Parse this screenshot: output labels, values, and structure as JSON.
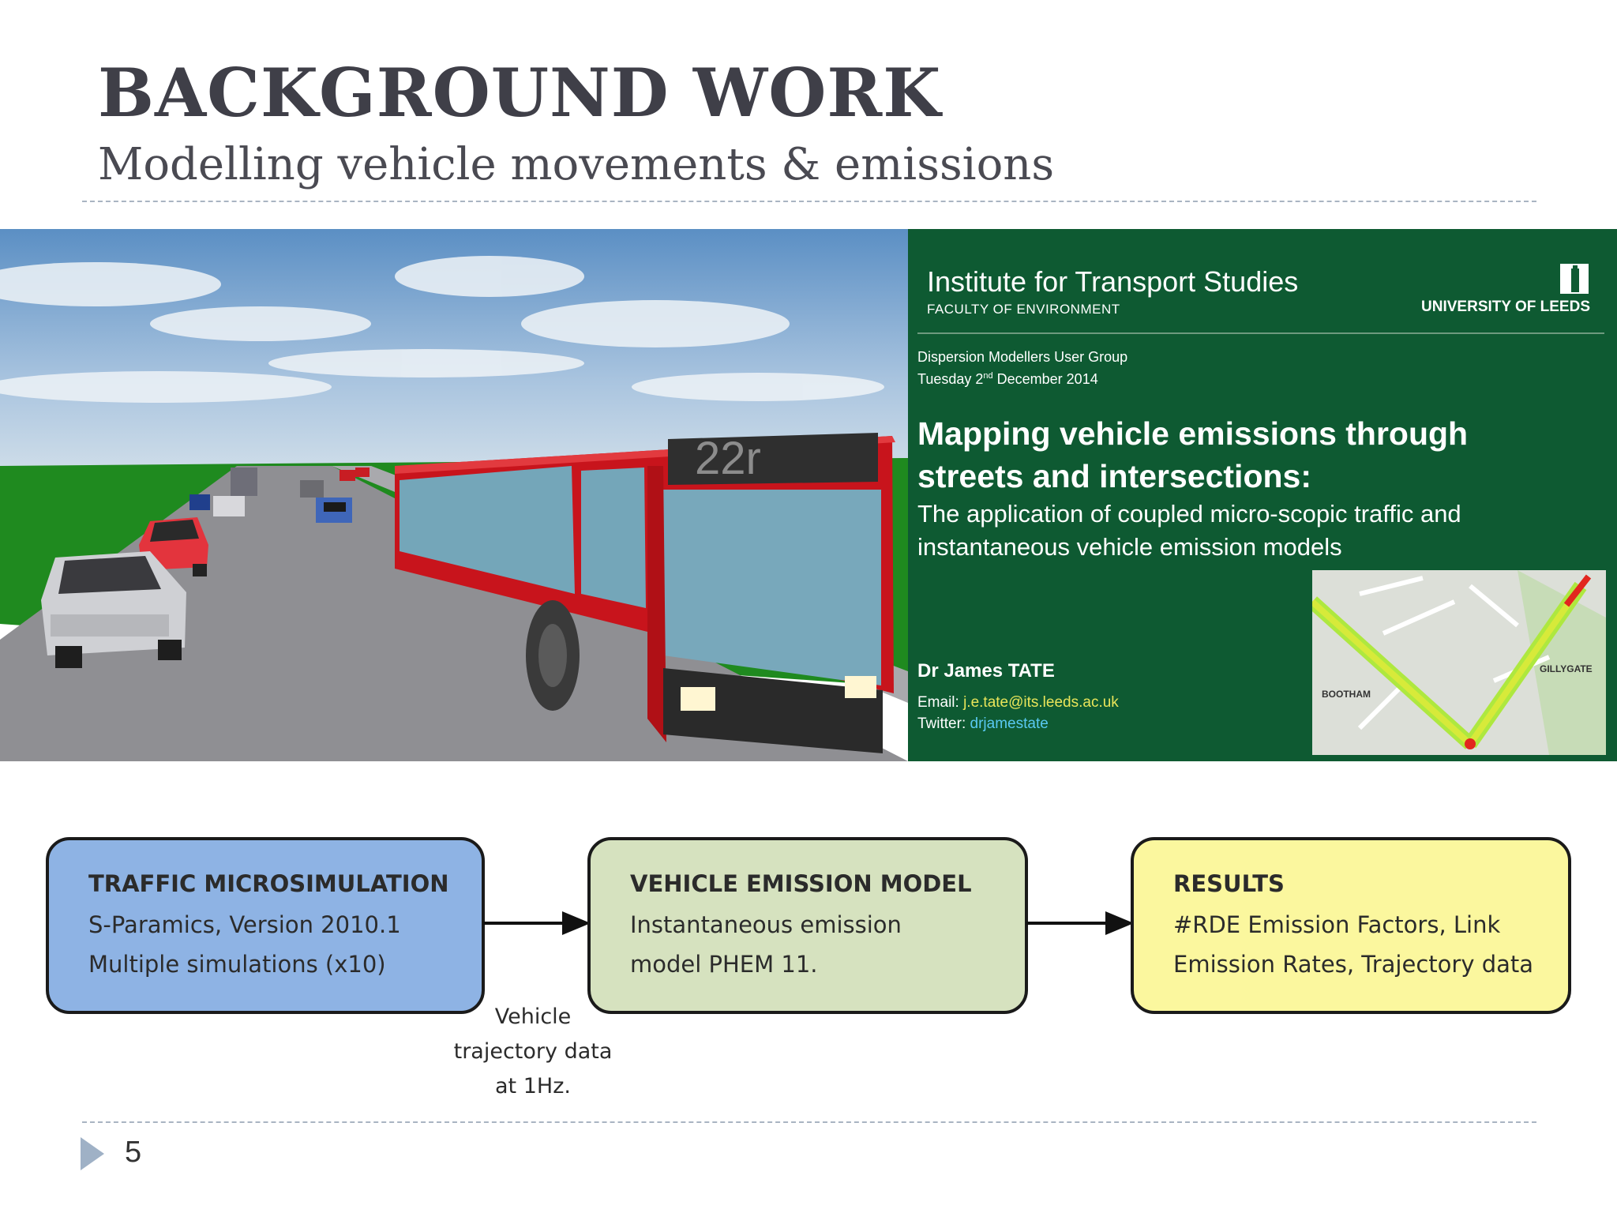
{
  "slide": {
    "title": "BACKGROUND WORK",
    "subtitle": "Modelling vehicle movements & emissions",
    "page_number": "5"
  },
  "scene": {
    "bus_route": "22r"
  },
  "inset_slide": {
    "institute": "Institute for Transport Studies",
    "faculty": "FACULTY OF ENVIRONMENT",
    "university": "UNIVERSITY OF LEEDS",
    "event_line1": "Dispersion Modellers User Group",
    "event_line2_prefix": "Tuesday 2",
    "event_line2_sup": "nd",
    "event_line2_suffix": " December 2014",
    "heading_line1": "Mapping vehicle emissions through",
    "heading_line2": "streets and intersections:",
    "subheading_line1": "The application of coupled micro-scopic traffic and",
    "subheading_line2": "instantaneous vehicle emission models",
    "author": "Dr James TATE",
    "email_label": "Email: ",
    "email": "j.e.tate@its.leeds.ac.uk",
    "twitter_label": "Twitter: ",
    "twitter": "drjamestate",
    "map_label_left": "BOOTHAM",
    "map_label_right": "GILLYGATE"
  },
  "flow": {
    "box1": {
      "title": "TRAFFIC MICROSIMULATION",
      "line1": "S-Paramics, Version 2010.1",
      "line2": "Multiple simulations (x10)"
    },
    "box2": {
      "title": "VEHICLE EMISSION MODEL",
      "line1": "Instantaneous emission",
      "line2": "model PHEM 11."
    },
    "box3": {
      "title": "RESULTS",
      "line1": "#RDE Emission Factors, Link",
      "line2": "Emission Rates, Trajectory data"
    },
    "arrow_label": {
      "line1": "Vehicle",
      "line2": "trajectory data",
      "line3": "at 1Hz."
    }
  },
  "colors": {
    "title": "#3f3f48",
    "inset_background": "#0e5a32",
    "box1_fill": "#8eb3e4",
    "box2_fill": "#d6e2bf",
    "box3_fill": "#fbf79e",
    "bus_red": "#c8141c"
  }
}
